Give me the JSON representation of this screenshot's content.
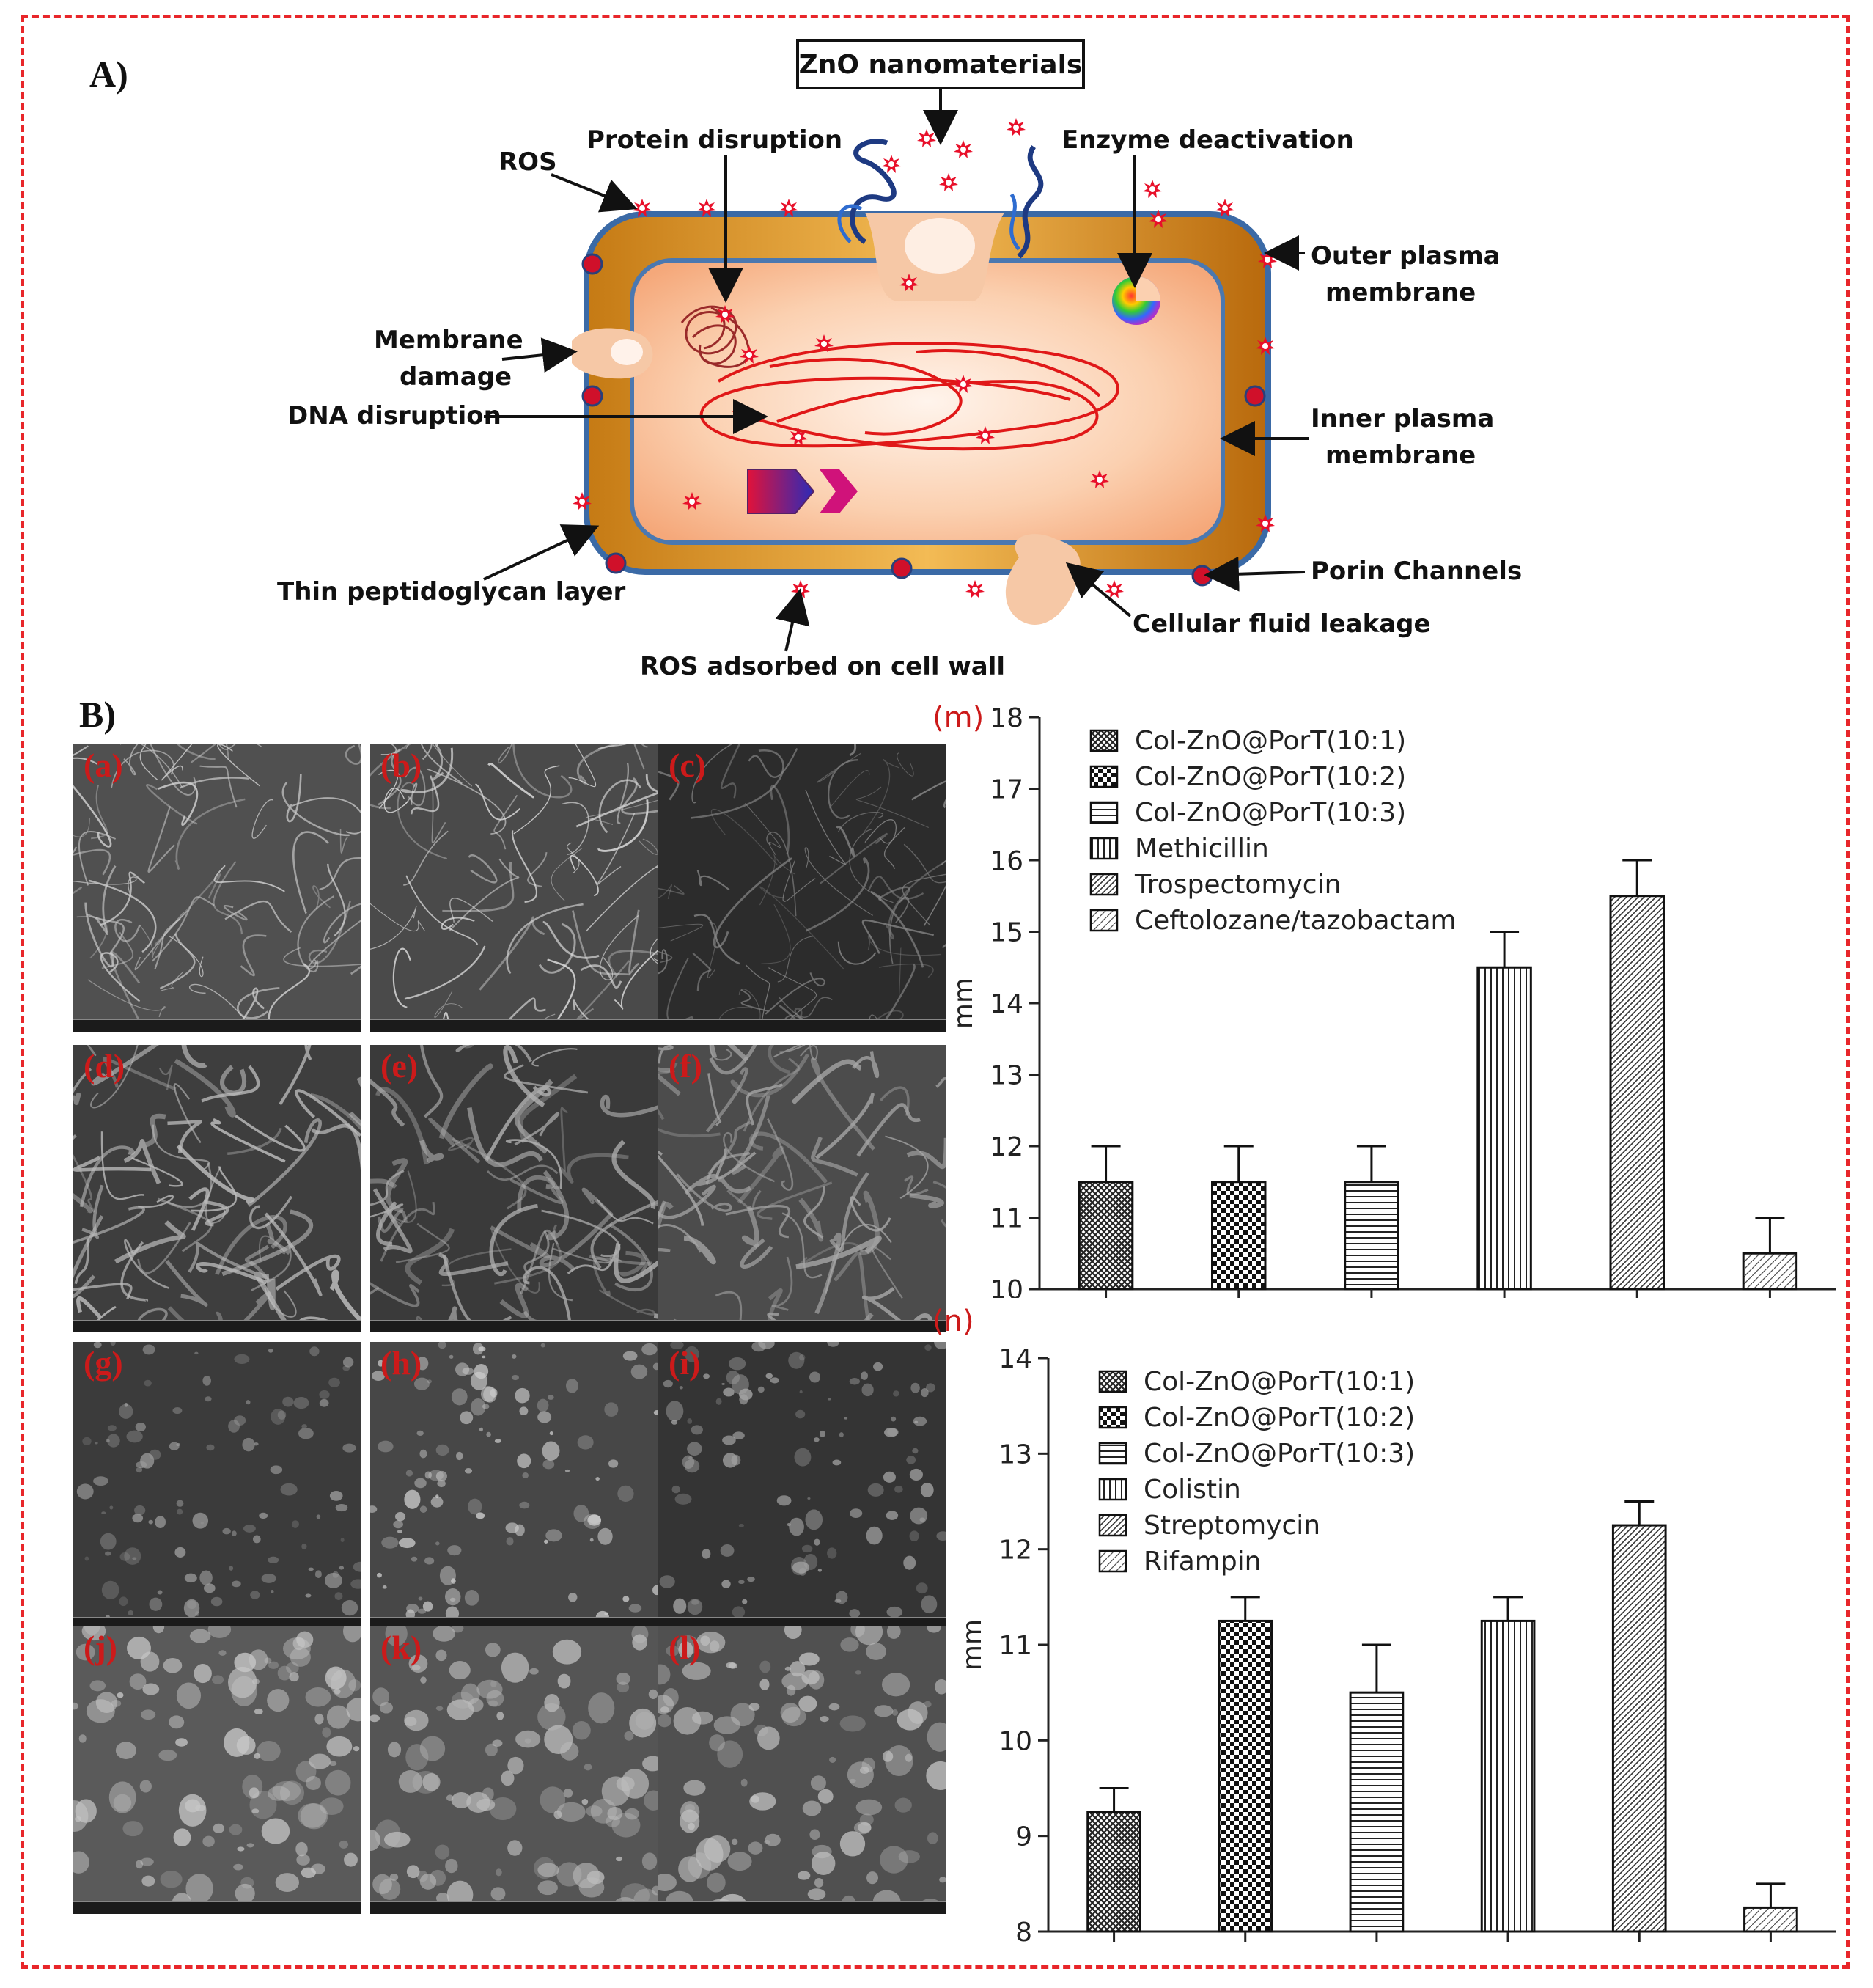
{
  "panels": {
    "a_label": "A)",
    "b_label": "B)"
  },
  "diagram": {
    "title_box": "ZnO nanomaterials",
    "labels": {
      "ros_top": "ROS",
      "protein": "Protein disruption",
      "enzyme": "Enzyme deactivation",
      "outer1": "Outer plasma",
      "outer2": "membrane",
      "membrane1": "Membrane",
      "membrane2": "damage",
      "dna": "DNA disruption",
      "inner1": "Inner plasma",
      "inner2": "membrane",
      "porin": "Porin Channels",
      "peptido": "Thin peptidoglycan layer",
      "leakage": "Cellular fluid leakage",
      "ros_wall": "ROS  adsorbed on cell wall"
    }
  },
  "sem": {
    "tiles": [
      {
        "label": "(a)"
      },
      {
        "label": "(b)"
      },
      {
        "label": "(c)"
      },
      {
        "label": "(d)"
      },
      {
        "label": "(e)"
      },
      {
        "label": "(f)"
      },
      {
        "label": "(g)"
      },
      {
        "label": "(h)"
      },
      {
        "label": "(i)"
      },
      {
        "label": "(j)"
      },
      {
        "label": "(k)"
      },
      {
        "label": "(l)"
      }
    ]
  },
  "colors": {
    "frame": "#e8262a",
    "panel_tag": "#cc1a1a",
    "bar_stroke": "#111111"
  },
  "chart_data": [
    {
      "panel": "(m)",
      "type": "bar",
      "categories": [
        "Col-ZnO@PorT(10:1)",
        "Col-ZnO@PorT(10:2)",
        "Col-ZnO@PorT(10:3)",
        "Methicillin",
        "Trospectomycin",
        "Ceftolozane/tazobactam"
      ],
      "values": [
        11.5,
        11.5,
        11.5,
        14.5,
        15.5,
        10.5
      ],
      "errors": [
        0.5,
        0.5,
        0.5,
        0.5,
        0.5,
        0.5
      ],
      "patterns": [
        "crosshatch",
        "checker",
        "hlines",
        "vlines",
        "diag",
        "diag-light"
      ],
      "ylabel": "mm",
      "ylim": [
        10,
        18
      ],
      "yticks": [
        "10",
        "11",
        "12",
        "13",
        "14",
        "15",
        "16",
        "17",
        "18"
      ],
      "legend": "top-left"
    },
    {
      "panel": "(n)",
      "type": "bar",
      "categories": [
        "Col-ZnO@PorT(10:1)",
        "Col-ZnO@PorT(10:2)",
        "Col-ZnO@PorT(10:3)",
        "Colistin",
        "Streptomycin",
        "Rifampin"
      ],
      "values": [
        9.25,
        11.25,
        10.5,
        11.25,
        12.25,
        8.25
      ],
      "errors": [
        0.25,
        0.25,
        0.5,
        0.25,
        0.25,
        0.25
      ],
      "patterns": [
        "crosshatch",
        "checker",
        "hlines",
        "vlines",
        "diag",
        "diag-light"
      ],
      "ylabel": "mm",
      "ylim": [
        8,
        14
      ],
      "yticks": [
        "8",
        "9",
        "10",
        "11",
        "12",
        "13",
        "14"
      ],
      "legend": "top-left"
    }
  ]
}
